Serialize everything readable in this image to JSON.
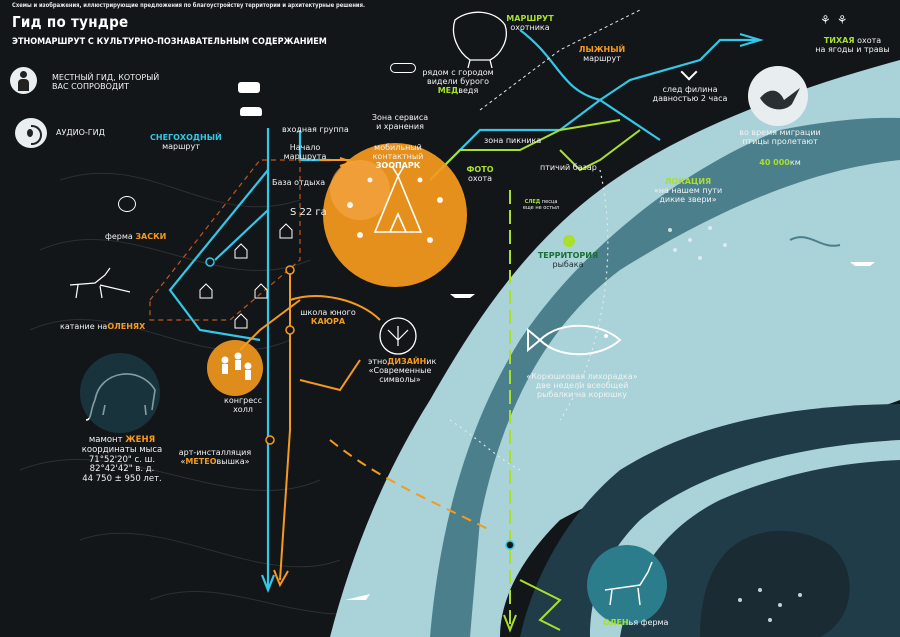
{
  "header": {
    "subtitle": "Схемы и изображения, иллюстрирующие предложения по благоустройству территории и архитектурные решения.",
    "title": "Гид по тундре",
    "route_title": "ЭТНОМАРШРУТ С КУЛЬТУРНО-ПОЗНАВАТЕЛЬНЫМ СОДЕРЖАНИЕМ"
  },
  "legend": {
    "local_guide": "МЕСТНЫЙ ГИД, КОТОРЫЙ ВАС СОПРОВОДИТ",
    "audio_guide": "АУДИО-ГИД"
  },
  "routes": {
    "snowmobile_hl": "СНЕГОХОДНЫЙ",
    "snowmobile": "маршрут",
    "ski_hl": "ЛЫЖНЫЙ",
    "ski": "маршрут",
    "hunter_hl": "МАРШРУТ",
    "hunter": "охотника"
  },
  "labels": {
    "bear_1": "рядом с городом",
    "bear_2": "видели бурого",
    "bear_hl": "МЕД",
    "bear_3": "ведя",
    "entrance": "входная группа",
    "service_1": "Зона сервиса",
    "service_2": "и хранения",
    "start_1": "Начало",
    "start_2": "маршрута",
    "base": "База отдыха",
    "area": "S 22 га",
    "zoo_1": "мобильный",
    "zoo_2": "контактный",
    "zoo_hl": "ЗООПАРК",
    "farm_prefix": "ферма",
    "farm_hl": "ЗАСКИ",
    "reindeer_ride": "катание на",
    "reindeer_hl": "ОЛЕНЯХ",
    "school_1": "школа юного",
    "school_hl": "КАЮРА",
    "ethno_1": "этно",
    "ethno_hl": "ДИЗАЙН",
    "ethno_2": "ик",
    "ethno_3": "«Современные",
    "ethno_4": "символы»",
    "congress_1": "конгресс",
    "congress_2": "холл",
    "mammoth_1": "мамонт",
    "mammoth_hl": "ЖЕНЯ",
    "mammoth_2": "координаты мыса",
    "mammoth_3": "71°52'20\" с. ш.",
    "mammoth_4": "82°42'42\" в. д.",
    "mammoth_5": "44 750 ± 950 лет.",
    "art_1": "арт-инсталляция",
    "art_hl": "МЕТЕО",
    "art_2": "вышка",
    "picnic": "зона пикника",
    "photo_hl": "ФОТО",
    "photo_2": "охота",
    "bird_market": "птичий базар",
    "owl_1": "след филина",
    "owl_2": "давностью 2 часа",
    "quiet_hl": "ТИХАЯ",
    "quiet_1": "охота",
    "quiet_2": "на ягоды и травы",
    "migration_1": "во время миграции",
    "migration_2": "птицы пролетают",
    "migration_km": "40 000",
    "migration_unit": "км",
    "location_hl": "ЛОКАЦИЯ",
    "location_1": "«на нашем пути",
    "location_2": "дикие звери»",
    "trail_hl": "СЛЕД",
    "trail_1": "песца",
    "trail_2": "еще не остыл",
    "fishing_hl": "ТЕРРИТОРИЯ",
    "fishing_2": "рыбака",
    "smelt_1": "«Корюшковая лихорадка»",
    "smelt_2": "две недели всеобщей",
    "smelt_3": "рыбалки на корюшку",
    "deer_farm_hl": "ОЛЕН",
    "deer_farm_2": "ья ферма"
  },
  "colors": {
    "background": "#121619",
    "water_light": "#a9d2d9",
    "water_mid": "#4b7f8c",
    "water_dark": "#1f3c48",
    "route_blue": "#33c7e8",
    "route_orange": "#f59a1e",
    "route_green": "#a8e02a"
  }
}
